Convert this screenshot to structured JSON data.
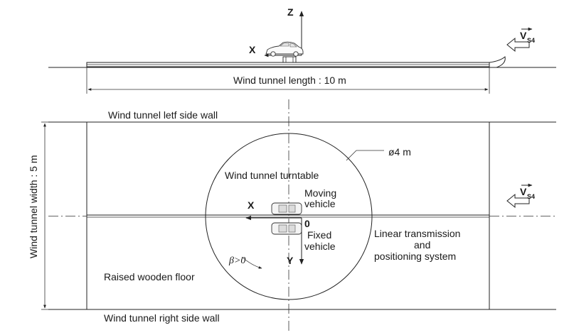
{
  "side_view": {
    "axis_z": "Z",
    "axis_x": "X",
    "length_label": "Wind tunnel length : 10 m",
    "wind_label": "V",
    "wind_sub": "S4"
  },
  "plan_view": {
    "left_wall_label": "Wind tunnel letf side wall",
    "right_wall_label": "Wind tunnel right side wall",
    "width_label": "Wind tunnel width : 5 m",
    "diameter_label": "ø4 m",
    "turntable_label": "Wind tunnel turntable",
    "moving_vehicle_line1": "Moving",
    "moving_vehicle_line2": "vehicle",
    "fixed_vehicle_line1": "Fixed",
    "fixed_vehicle_line2": "vehicle",
    "axis_x": "X",
    "axis_y": "Y",
    "origin": "0",
    "linear_line1": "Linear transmission",
    "linear_line2": "and",
    "linear_line3": "positioning system",
    "floor_label": "Raised wooden floor",
    "beta_label": "β>0",
    "wind_label": "V",
    "wind_sub": "S4"
  }
}
